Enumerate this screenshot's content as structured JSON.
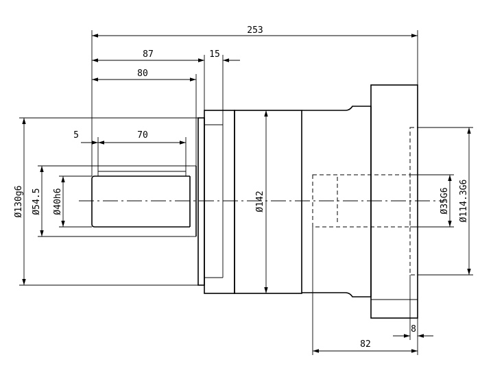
{
  "drawing": {
    "dimensions": {
      "overall_length": "253",
      "shaft_to_flange": "87",
      "shaft_length": "80",
      "flange_thickness": "15",
      "key_offset": "5",
      "key_length": "70",
      "output_bore_depth": "82",
      "mounting_flange_offset": "8"
    },
    "diameters": {
      "pilot": "Ø130g6",
      "shoulder": "Ø54.5",
      "shaft": "Ø40h6",
      "housing": "Ø142",
      "bore": "Ø35G6",
      "flange": "Ø114.3G6"
    },
    "colors": {
      "line": "#000000",
      "background": "#ffffff"
    }
  }
}
